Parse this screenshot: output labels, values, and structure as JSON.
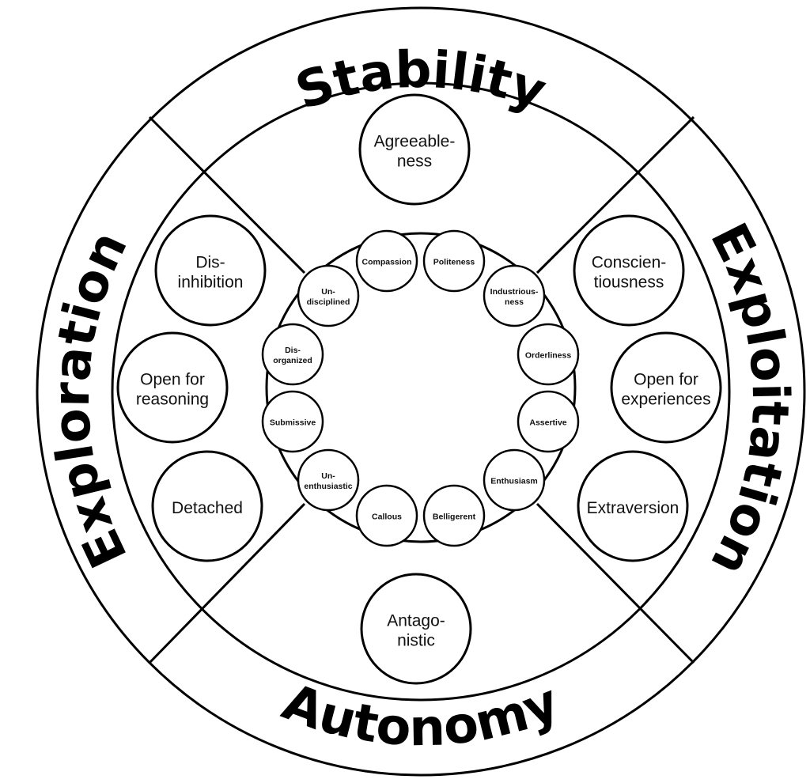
{
  "outer_labels": {
    "top": "Stability",
    "bottom": "Autonomy",
    "left": "Exploration",
    "right": "Exploitation"
  },
  "traits": [
    {
      "key": "agreeableness",
      "lines": [
        "Agreeable-",
        "ness"
      ]
    },
    {
      "key": "conscientiousness",
      "lines": [
        "Conscien-",
        "tiousness"
      ]
    },
    {
      "key": "open-experiences",
      "lines": [
        "Open for",
        "experiences"
      ]
    },
    {
      "key": "extraversion",
      "lines": [
        "Extraversion"
      ]
    },
    {
      "key": "antagonistic",
      "lines": [
        "Antago-",
        "nistic"
      ]
    },
    {
      "key": "detached",
      "lines": [
        "Detached"
      ]
    },
    {
      "key": "open-reasoning",
      "lines": [
        "Open for",
        "reasoning"
      ]
    },
    {
      "key": "disinhibition",
      "lines": [
        "Dis-",
        "inhibition"
      ]
    }
  ],
  "facets": [
    {
      "key": "compassion",
      "lines": [
        "Compassion"
      ]
    },
    {
      "key": "politeness",
      "lines": [
        "Politeness"
      ]
    },
    {
      "key": "industriousness",
      "lines": [
        "Industrious-",
        "ness"
      ]
    },
    {
      "key": "orderliness",
      "lines": [
        "Orderliness"
      ]
    },
    {
      "key": "assertive",
      "lines": [
        "Assertive"
      ]
    },
    {
      "key": "enthusiasm",
      "lines": [
        "Enthusiasm"
      ]
    },
    {
      "key": "belligerent",
      "lines": [
        "Belligerent"
      ]
    },
    {
      "key": "callous",
      "lines": [
        "Callous"
      ]
    },
    {
      "key": "unenthusiastic",
      "lines": [
        "Un-",
        "enthusiastic"
      ]
    },
    {
      "key": "submissive",
      "lines": [
        "Submissive"
      ]
    },
    {
      "key": "disorganized",
      "lines": [
        "Dis-",
        "organized"
      ]
    },
    {
      "key": "undisciplined",
      "lines": [
        "Un-",
        "disciplined"
      ]
    }
  ]
}
